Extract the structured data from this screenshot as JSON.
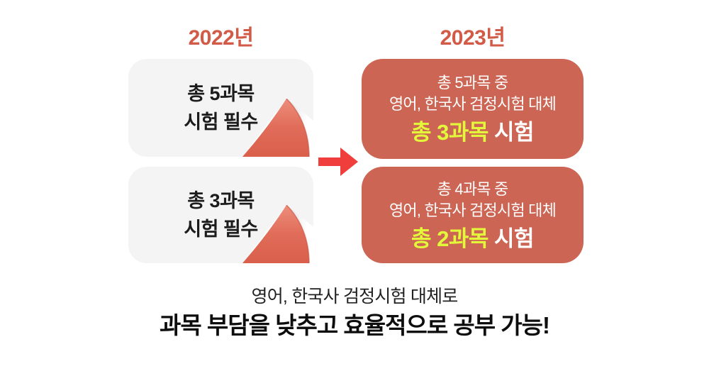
{
  "colors": {
    "background": "#ffffff",
    "gray_card": "#f4f4f5",
    "salmon_card": "#cc6553",
    "heading_red": "#d15b47",
    "arrow_red": "#ef3e3b",
    "highlight_yellow": "#e4f83b",
    "dark_text": "#1c1c1c",
    "white_text": "#ffffff",
    "fold_light": "#ed8e7b",
    "fold_dark": "#d95f4b"
  },
  "columns": {
    "year_2022": {
      "heading": "2022년",
      "cards": [
        {
          "line1": "총 5과목",
          "line2": "시험 필수"
        },
        {
          "line1": "총 3과목",
          "line2": "시험 필수"
        }
      ]
    },
    "year_2023": {
      "heading": "2023년",
      "cards": [
        {
          "line1": "총 5과목 중",
          "line2": "영어, 한국사 검정시험 대체",
          "highlight": "총 3과목",
          "suffix": " 시험"
        },
        {
          "line1": "총 4과목 중",
          "line2": "영어, 한국사 검정시험 대체",
          "highlight": "총 2과목",
          "suffix": " 시험"
        }
      ]
    }
  },
  "footer": {
    "line1": "영어, 한국사 검정시험 대체로",
    "line2": "과목 부담을 낮추고 효율적으로 공부 가능!"
  }
}
